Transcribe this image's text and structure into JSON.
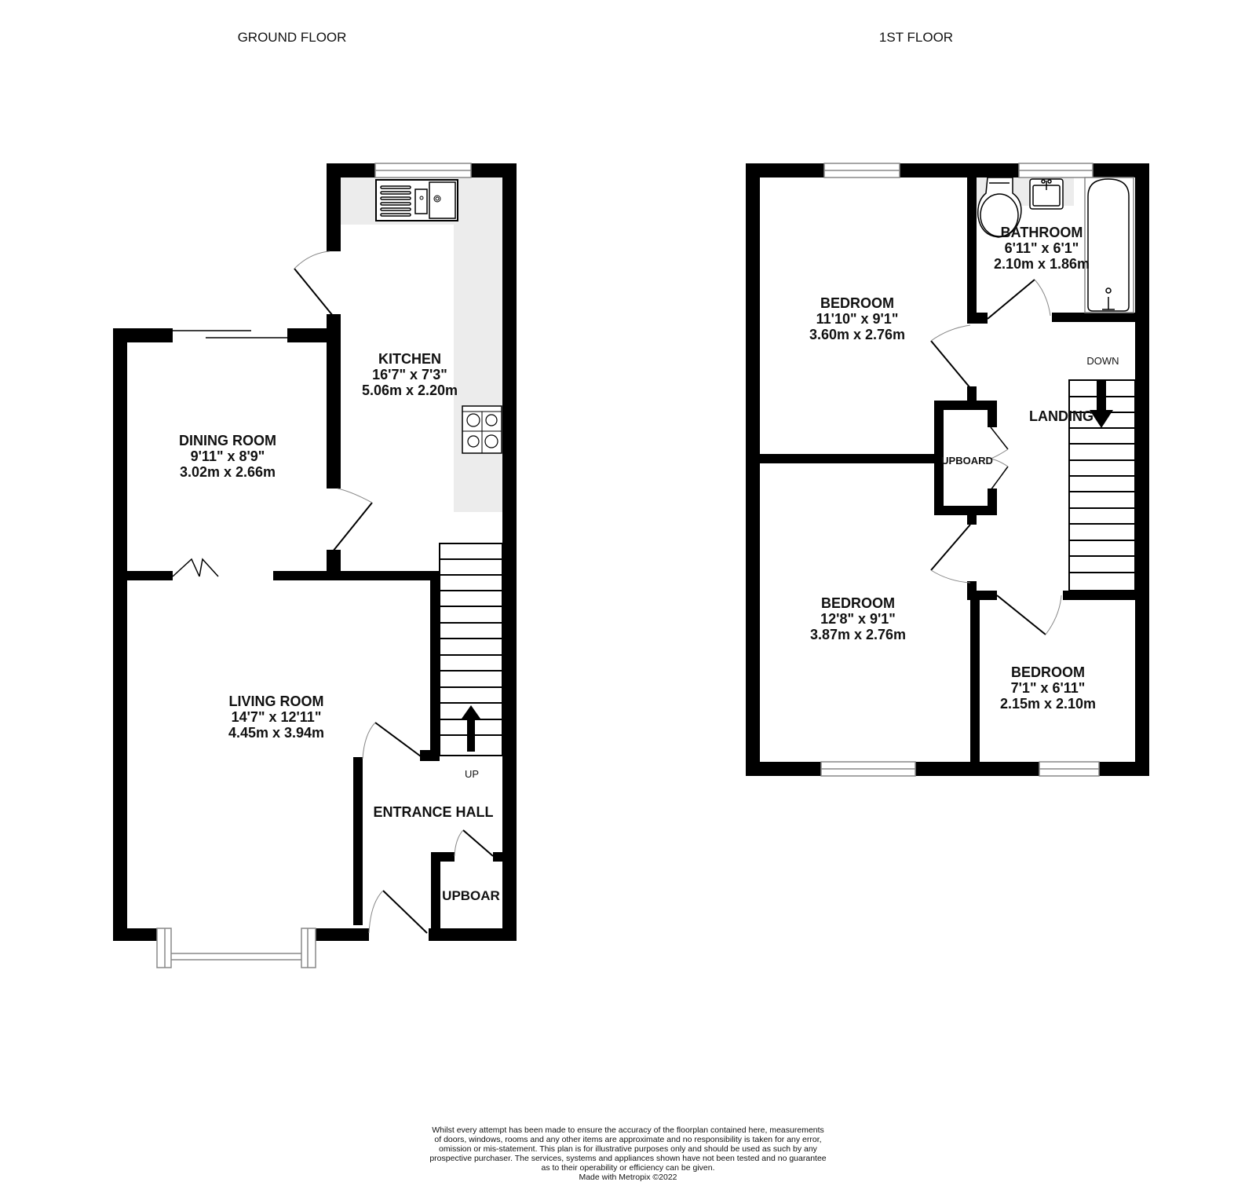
{
  "floors": {
    "ground": {
      "title": "GROUND FLOOR",
      "rooms": {
        "kitchen": {
          "name": "KITCHEN",
          "imperial": "16'7\"  x 7'3\"",
          "metric": "5.06m  x 2.20m"
        },
        "dining_room": {
          "name": "DINING ROOM",
          "imperial": "9'11\"  x 8'9\"",
          "metric": "3.02m  x 2.66m"
        },
        "living_room": {
          "name": "LIVING ROOM",
          "imperial": "14'7\"  x 12'11\"",
          "metric": "4.45m  x 3.94m"
        },
        "entrance_hall": {
          "name": "ENTRANCE HALL"
        },
        "cupboard": {
          "name": "CUPBOARD",
          "visible_text": "UPBOAR"
        }
      },
      "stairs_label": "UP"
    },
    "first": {
      "title": "1ST FLOOR",
      "rooms": {
        "bathroom": {
          "name": "BATHROOM",
          "imperial": "6'11\"  x 6'1\"",
          "metric": "2.10m  x 1.86m"
        },
        "bedroom_1": {
          "name": "BEDROOM",
          "imperial": "11'10\"  x 9'1\"",
          "metric": "3.60m  x 2.76m"
        },
        "bedroom_2": {
          "name": "BEDROOM",
          "imperial": "12'8\"  x 9'1\"",
          "metric": "3.87m  x 2.76m"
        },
        "bedroom_3": {
          "name": "BEDROOM",
          "imperial": "7'1\"  x 6'11\"",
          "metric": "2.15m  x 2.10m"
        },
        "landing": {
          "name": "LANDING"
        },
        "cupboard": {
          "name": "CUPBOARD",
          "visible_text": "UPBOARD"
        }
      },
      "stairs_label": "DOWN"
    }
  },
  "icons": {
    "sink": "kitchen-sink-icon",
    "hob": "hob-icon",
    "toilet": "toilet-icon",
    "basin": "wash-basin-icon",
    "bath": "bathtub-icon",
    "stairs_up_arrow": "arrow-up-icon",
    "stairs_down_arrow": "arrow-down-icon"
  },
  "colors": {
    "wall": "#000000",
    "counter": "#ececec",
    "window": "#888888",
    "door_swing": "#888888"
  },
  "disclaimer": {
    "lines": [
      "Whilst every attempt has been made to ensure the accuracy of the floorplan contained here, measurements",
      "of doors, windows, rooms and any other items are approximate and no responsibility is taken for any error,",
      "omission or mis-statement. This plan is for illustrative purposes only and should be used as such by any",
      "prospective purchaser. The services, systems and appliances shown have not been tested and no guarantee",
      "as to their operability or efficiency can be given."
    ],
    "credit": "Made with Metropix ©2022"
  }
}
